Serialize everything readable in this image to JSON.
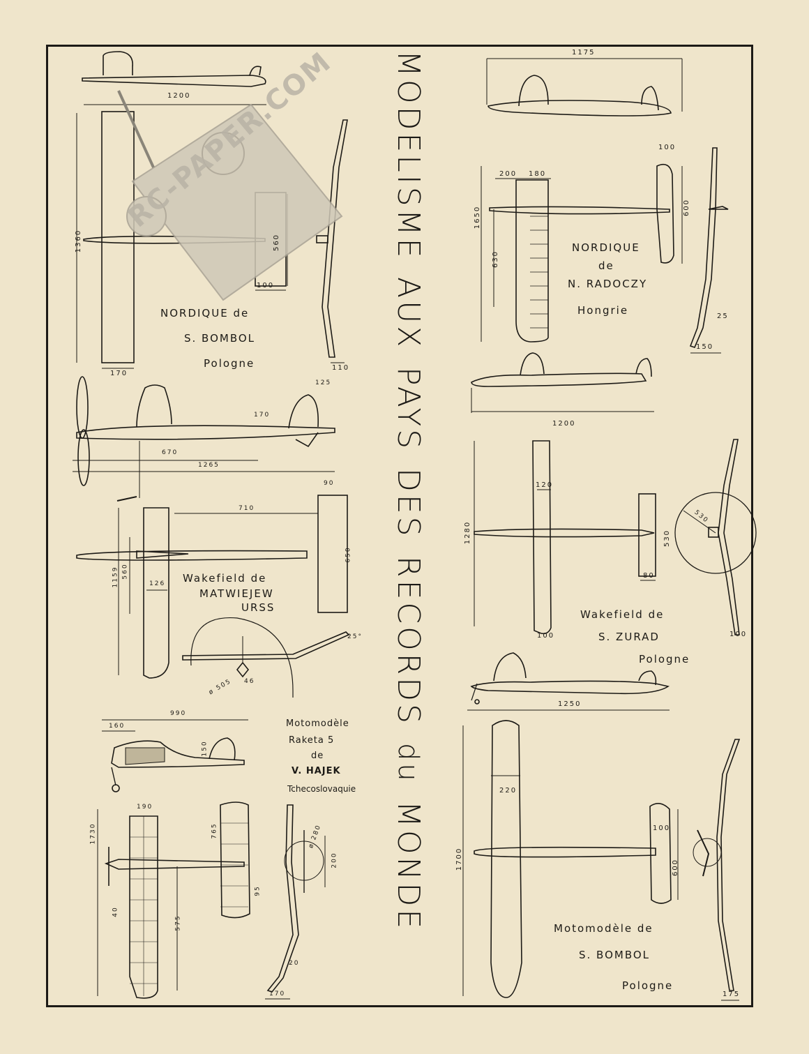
{
  "title": {
    "words": [
      "MODELISME",
      "AUX",
      "PAYS",
      "DES",
      "RECORDS",
      "du",
      "MONDE"
    ]
  },
  "watermark": "RC-PAPER.COM",
  "plans": {
    "p1": {
      "line1": "NORDIQUE de",
      "line2": "S. BOMBOL",
      "line3": "Pologne",
      "dims": {
        "d1": "1200",
        "d2": "1360",
        "d3": "560",
        "d4": "100",
        "d5": "170",
        "d6": "110"
      }
    },
    "p2": {
      "line1": "NORDIQUE",
      "line2": "de",
      "line3": "N. RADOCZY",
      "line4": "Hongrie",
      "dims": {
        "d1": "1175",
        "d2": "200",
        "d3": "180",
        "d4": "1650",
        "d5": "630",
        "d6": "100",
        "d7": "600",
        "d8": "25",
        "d9": "150"
      }
    },
    "p3": {
      "line1": "Wakefield de",
      "line2": "MATWIEJEW",
      "line3": "URSS",
      "dims": {
        "d1": "125",
        "d2": "170",
        "d3": "670",
        "d4": "1265",
        "d5": "90",
        "d6": "710",
        "d7": "1159",
        "d8": "560",
        "d9": "126",
        "d10": "650",
        "d11": "25°",
        "d12": "ø 505",
        "d13": "46"
      }
    },
    "p4": {
      "line1": "Wakefield de",
      "line2": "S. ZURAD",
      "line3": "Pologne",
      "dims": {
        "d1": "1200",
        "d2": "120",
        "d3": "1280",
        "d4": "530",
        "d5": "80",
        "d6": "100",
        "d7": "100",
        "d8": "530"
      }
    },
    "p5": {
      "line1": "Motomodèle",
      "line2": "Raketa 5",
      "line3": "de",
      "line4": "V. HAJEK",
      "line5": "Tchecoslovaquie",
      "dims": {
        "d1": "990",
        "d2": "160",
        "d3": "150",
        "d4": "190",
        "d5": "765",
        "d6": "1730",
        "d7": "575",
        "d8": "95",
        "d9": "ø 280",
        "d10": "200",
        "d11": "20",
        "d12": "170",
        "d13": "40"
      }
    },
    "p6": {
      "line1": "Motomodèle de",
      "line2": "S. BOMBOL",
      "line3": "Pologne",
      "dims": {
        "d1": "1250",
        "d2": "220",
        "d3": "1700",
        "d4": "100",
        "d5": "600",
        "d6": "175"
      }
    }
  }
}
